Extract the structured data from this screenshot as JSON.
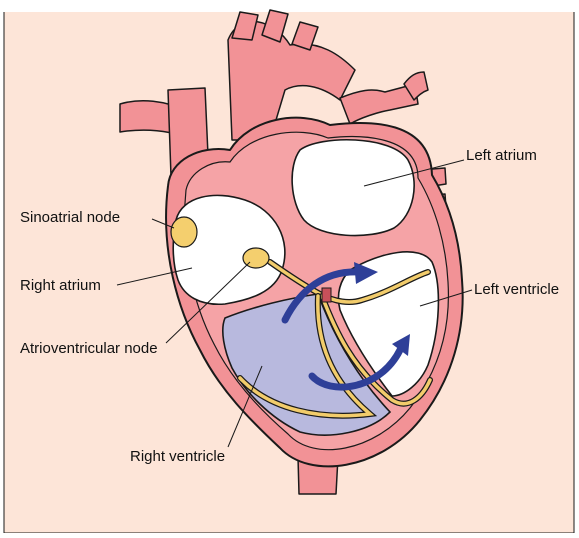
{
  "colors": {
    "panel_bg": "#fde5d8",
    "heart_muscle": "#f29296",
    "heart_dark": "#e4787d",
    "outline": "#1a1a1a",
    "chamber": "#ffffff",
    "node": "#f4cf6e",
    "conduction": "#f2cc6b",
    "ventricle_shade": "#b8b9de",
    "arrow": "#2e3f98"
  },
  "labels": {
    "left_atrium": "Left atrium",
    "sinoatrial_node": "Sinoatrial node",
    "right_atrium": "Right atrium",
    "left_ventricle": "Left ventricle",
    "atrioventricular_node": "Atrioventricular node",
    "right_ventricle": "Right ventricle"
  }
}
